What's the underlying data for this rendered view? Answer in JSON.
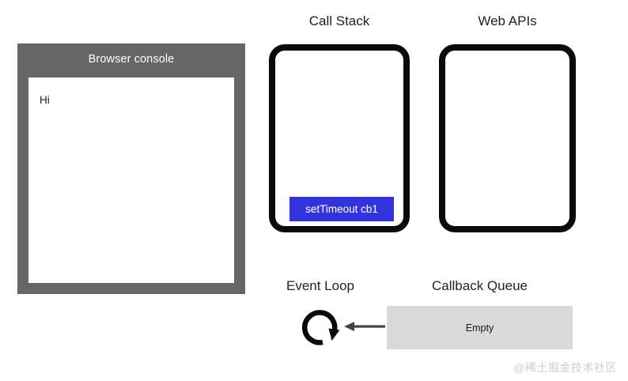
{
  "console": {
    "title": "Browser console",
    "output_lines": [
      "Hi"
    ]
  },
  "call_stack": {
    "caption": "Call Stack",
    "frames": [
      {
        "label": "setTimeout cb1",
        "color": "#3333DD"
      }
    ]
  },
  "web_apis": {
    "caption": "Web APIs",
    "items": []
  },
  "event_loop": {
    "caption": "Event Loop",
    "icon": "circular-arrow-icon",
    "arrow_icon": "arrow-left-icon"
  },
  "callback_queue": {
    "caption": "Callback Queue",
    "status": "Empty",
    "background": "#D9D9D9"
  },
  "watermark": {
    "text": "@稀土掘金技术社区"
  },
  "colors": {
    "console_panel": "#666666",
    "box_border": "#0A0A0A",
    "frame_blue": "#3333DD",
    "queue_gray": "#D9D9D9",
    "arrow_gray": "#444444"
  }
}
